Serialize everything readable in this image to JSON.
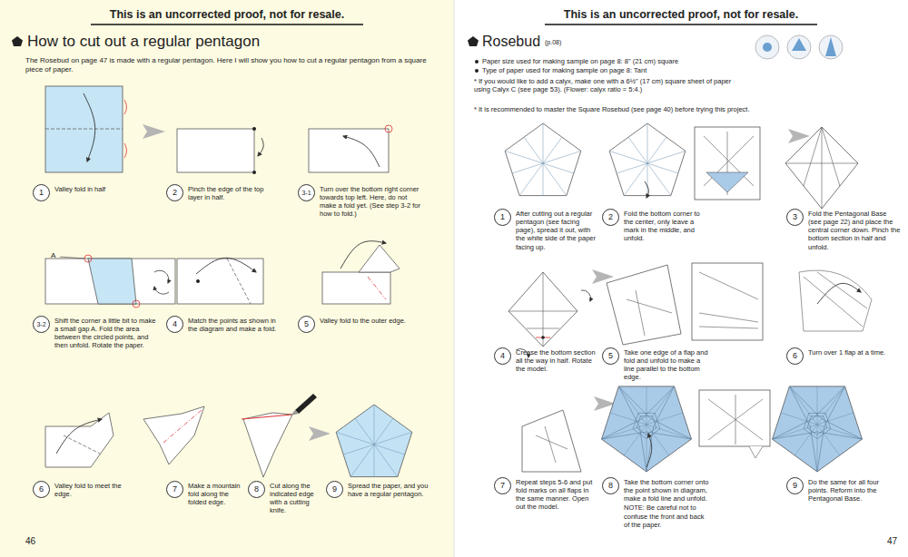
{
  "diagram": {
    "title": "How to cut out a regular pentagon",
    "nodes": [
      {
        "text": [
          "1",
          "Valley fold in half"
        ]
      },
      {
        "text": [
          "2",
          "Pinch the edge of the top layer in half."
        ]
      },
      {
        "text": [
          "3-1",
          "Turn over the bottom right corner towards top left. Here, do not make a fold yet. (See step 3-2 for how to fold.)"
        ]
      },
      {
        "text": [
          "3-2",
          "Shift the corner a little bit to make a small gap A. Fold the area between the circled points, and then unfold. Rotate the paper."
        ]
      },
      {
        "text": [
          "4",
          "Match the points as shown in the diagram and make a fold."
        ]
      },
      {
        "text": [
          "5",
          "Valley fold to the outer edge."
        ]
      },
      {
        "text": [
          "6",
          "Valley fold to meet the edge."
        ]
      },
      {
        "text": [
          "7",
          "Make a mountain fold along the folded edge."
        ]
      },
      {
        "text": [
          "8",
          "Cut along the indicated edge with a cutting knife."
        ]
      },
      {
        "text": [
          "9",
          "Spread the paper, and you have a regular pentagon."
        ]
      },
      {
        "text": [
          "1",
          "After cutting out a regular pentagon (see facing page), spread it out, with the white side of the paper facing up."
        ]
      },
      {
        "text": [
          "2",
          "Fold the bottom corner to the center, only leave a mark in the middle, and unfold."
        ]
      },
      {
        "text": [
          "3",
          "Fold the Pentagonal Base (see page 22) and place the central corner down. Pinch the bottom section in half and unfold."
        ]
      },
      {
        "text": [
          "4",
          "Crease the bottom section all the way in half. Rotate the model."
        ]
      },
      {
        "text": [
          "5",
          "Take one edge of a flap and fold and unfold to make a line parallel to the bottom edge."
        ]
      },
      {
        "text": [
          "6",
          "Turn over 1 flap at a time."
        ]
      },
      {
        "text": [
          "7",
          "Repeat steps 5-6 and put fold marks on all flaps in the same manner. Open out the model."
        ]
      },
      {
        "text": [
          "8",
          "Take the bottom corner onto the point shown in diagram, make a fold line and unfold.",
          "NOTE: Be careful not to confuse the front and back of the paper."
        ]
      },
      {
        "text": [
          "9",
          "Do the same for all four points. Reform into the Pentagonal Base."
        ]
      }
    ],
    "labels": [
      "This is an uncorrected proof, not for resale.",
      "This is an uncorrected proof, not for resale.",
      "The Rosebud on page 47 is made with a regular pentagon. Here I will show you how to cut a regular pentagon from a square piece of paper.",
      "A",
      "46",
      "Rosebud",
      "(p.08)",
      "Paper size used for making sample on page 8: 8\" (21 cm) square",
      "Type of paper used for making sample on page 8: Tant",
      "* If you would like to add a calyx, make one with a 6½\" (17 cm) square sheet of paper using Calyx C (see page 53). (Flower: calyx ratio = 5:4.)",
      "* It is recommended to master the Square Rosebud (see page 40) before trying this project.",
      "47"
    ]
  }
}
